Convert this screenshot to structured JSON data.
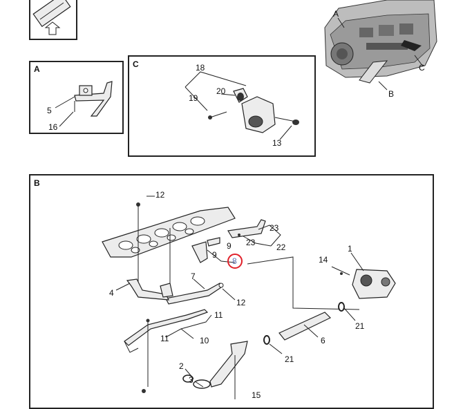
{
  "panels": {
    "a": "A",
    "c": "C",
    "b": "B"
  },
  "engine_callouts": {
    "a": "A",
    "b": "B",
    "c": "C"
  },
  "panel_a_callouts": {
    "p5": "5",
    "p16": "16"
  },
  "panel_c_callouts": {
    "p18": "18",
    "p19": "19",
    "p20": "20",
    "p13": "13"
  },
  "panel_b_callouts": {
    "p12a": "12",
    "p23a": "23",
    "p23b": "23",
    "p22": "22",
    "p9a": "9",
    "p9b": "9",
    "p8": "8",
    "p1": "1",
    "p14": "14",
    "p7": "7",
    "p4": "4",
    "p12b": "12",
    "p11a": "11",
    "p11b": "11",
    "p10": "10",
    "p21a": "21",
    "p6": "6",
    "p21b": "21",
    "p2": "2",
    "p3": "3",
    "p15": "15"
  },
  "highlight": {
    "callout": "8",
    "color": "#e0202a"
  }
}
